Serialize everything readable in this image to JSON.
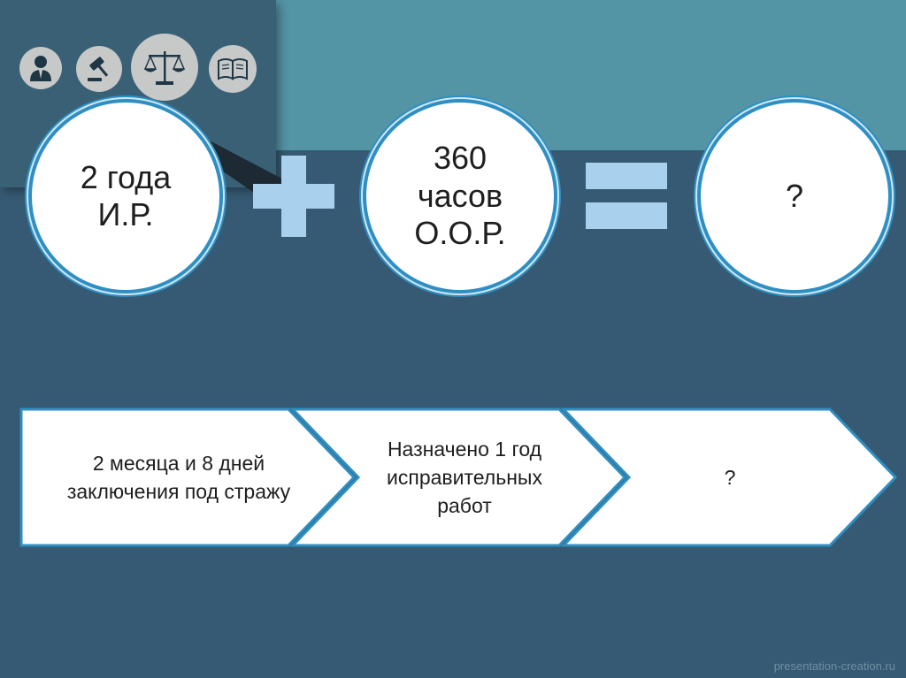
{
  "colors": {
    "background": "#365a73",
    "top_band": "#5394a5",
    "icon_panel": "#396075",
    "circle_border": "#2f8fc2",
    "operator": "#a9d0ec"
  },
  "icons": [
    {
      "name": "person-icon"
    },
    {
      "name": "gavel-icon"
    },
    {
      "name": "scales-icon"
    },
    {
      "name": "book-icon"
    }
  ],
  "equation": {
    "term1": "2 года\nИ.Р.",
    "operator1": "plus",
    "term2": "360\nчасов\nО.О.Р.",
    "operator2": "equals",
    "result": "?"
  },
  "process": {
    "steps": [
      {
        "text": "2 месяца и 8 дней\nзаключения под стражу"
      },
      {
        "text": "Назначено 1 год\nисправительных\nработ"
      },
      {
        "text": "?"
      }
    ]
  },
  "watermark": "presentation-creation.ru"
}
